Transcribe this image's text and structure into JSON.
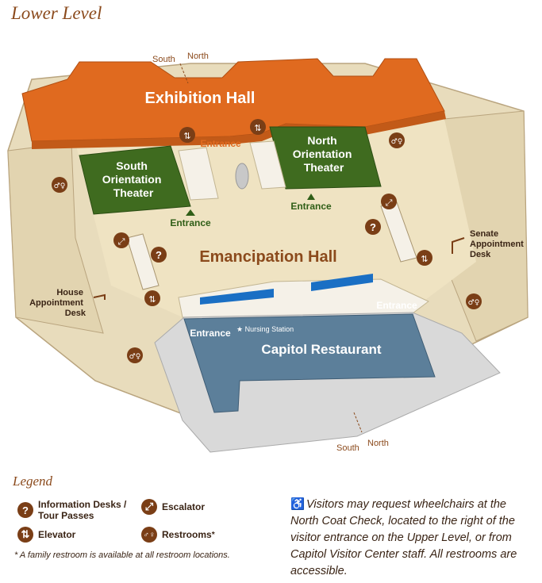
{
  "title": "Lower Level",
  "compass_top": {
    "left": "South",
    "right": "North"
  },
  "compass_bottom": {
    "left": "South",
    "right": "North"
  },
  "rooms": {
    "exhibition_hall": "Exhibition Hall",
    "south_orientation_theater": [
      "South",
      "Orientation",
      "Theater"
    ],
    "north_orientation_theater": [
      "North",
      "Orientation",
      "Theater"
    ],
    "emancipation_hall": "Emancipation Hall",
    "capitol_restaurant": "Capitol Restaurant"
  },
  "labels": {
    "entrance": "Entrance",
    "nursing_station": "Nursing Station",
    "house_appointment_desk": [
      "House",
      "Appointment",
      "Desk"
    ],
    "senate_appointment_desk": [
      "Senate",
      "Appointment",
      "Desk"
    ]
  },
  "colors": {
    "exhibition": "#e06a1f",
    "theater": "#3f6b1f",
    "hall_floor": "#efe3c2",
    "restaurant": "#5c7f9a",
    "icon": "#7a3e16",
    "entrance_text": "#2f5e17",
    "exhibition_entrance_text": "#e06a1f"
  },
  "legend": {
    "title": "Legend",
    "items": [
      {
        "icon": "info-icon",
        "glyph": "?",
        "label": "Information Desks / Tour Passes"
      },
      {
        "icon": "escalator-icon",
        "glyph": "⤢",
        "label": "Escalator"
      },
      {
        "icon": "elevator-icon",
        "glyph": "⇅",
        "label": "Elevator"
      },
      {
        "icon": "restroom-icon",
        "glyph": "♂♀",
        "label": "Restrooms",
        "suffix": "*"
      }
    ],
    "footnote": "* A family restroom is available at all restroom locations."
  },
  "accessibility_note": "Visitors may request wheelchairs at the North Coat Check, located to the right of the visitor entrance on the Upper Level, or from Capitol Visitor Center staff. All restrooms are accessible."
}
